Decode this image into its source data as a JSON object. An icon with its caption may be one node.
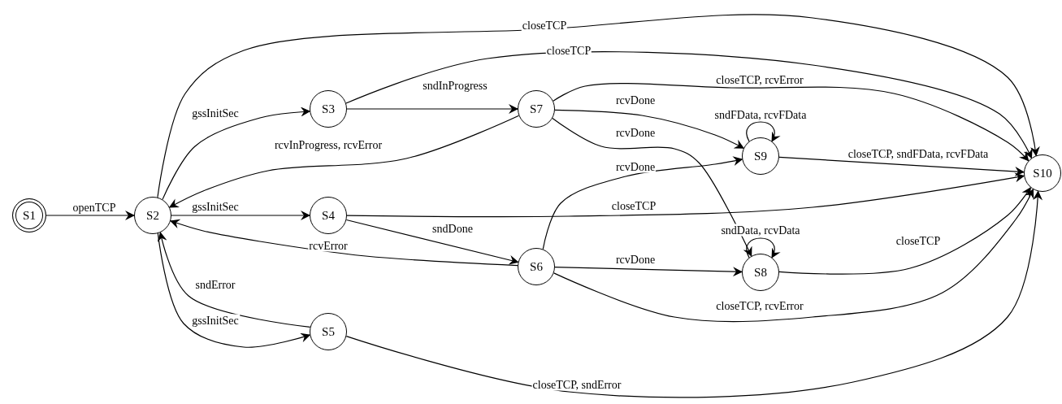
{
  "diagram": {
    "nodes": [
      {
        "text": [
          "S1"
        ]
      },
      {
        "text": [
          "S2"
        ]
      },
      {
        "text": [
          "S3"
        ]
      },
      {
        "text": [
          "S4"
        ]
      },
      {
        "text": [
          "S5"
        ]
      },
      {
        "text": [
          "S6"
        ]
      },
      {
        "text": [
          "S7"
        ]
      },
      {
        "text": [
          "S8"
        ]
      },
      {
        "text": [
          "S9"
        ]
      },
      {
        "text": [
          "S10"
        ]
      }
    ],
    "edges": [
      {
        "from": 0,
        "to": 1,
        "arrow": "to",
        "label": "openTCP"
      },
      {
        "from": 1,
        "to": 9,
        "arrow": "to",
        "label": "closeTCP"
      },
      {
        "from": 1,
        "to": 2,
        "arrow": "to",
        "label": "gssInitSec"
      },
      {
        "from": 2,
        "to": 9,
        "arrow": "to",
        "label": "closeTCP"
      },
      {
        "from": 2,
        "to": 6,
        "arrow": "to",
        "label": "sndInProgress"
      },
      {
        "from": 6,
        "to": 9,
        "arrow": "to",
        "label": "closeTCP, rcvError"
      },
      {
        "from": 6,
        "to": 8,
        "arrow": "to",
        "label": "rcvDone"
      },
      {
        "from": 8,
        "to": 8,
        "arrow": "to",
        "label": "sndFData, rcvFData"
      },
      {
        "from": 6,
        "to": 7,
        "arrow": "to",
        "label": "rcvDone"
      },
      {
        "from": 6,
        "to": 1,
        "arrow": "to",
        "label": "rcvInProgress, rcvError"
      },
      {
        "from": 8,
        "to": 9,
        "arrow": "to",
        "label": "closeTCP, sndFData, rcvFData"
      },
      {
        "from": 5,
        "to": 8,
        "arrow": "to",
        "label": "rcvDone"
      },
      {
        "from": 1,
        "to": 3,
        "arrow": "to",
        "label": "gssInitSec"
      },
      {
        "from": 3,
        "to": 9,
        "arrow": "to",
        "label": "closeTCP"
      },
      {
        "from": 3,
        "to": 5,
        "arrow": "to",
        "label": "sndDone"
      },
      {
        "from": 7,
        "to": 7,
        "arrow": "to",
        "label": "sndData, rcvData"
      },
      {
        "from": 5,
        "to": 1,
        "arrow": "to",
        "label": "rcvError"
      },
      {
        "from": 7,
        "to": 9,
        "arrow": "to",
        "label": "closeTCP"
      },
      {
        "from": 5,
        "to": 7,
        "arrow": "to",
        "label": "rcvDone"
      },
      {
        "from": 4,
        "to": 1,
        "arrow": "to",
        "label": "sndError"
      },
      {
        "from": 5,
        "to": 9,
        "arrow": "to",
        "label": "closeTCP, rcvError"
      },
      {
        "from": 1,
        "to": 4,
        "arrow": "to",
        "label": "gssInitSec"
      },
      {
        "from": 4,
        "to": 9,
        "arrow": "to",
        "label": "closeTCP, sndError"
      }
    ]
  }
}
